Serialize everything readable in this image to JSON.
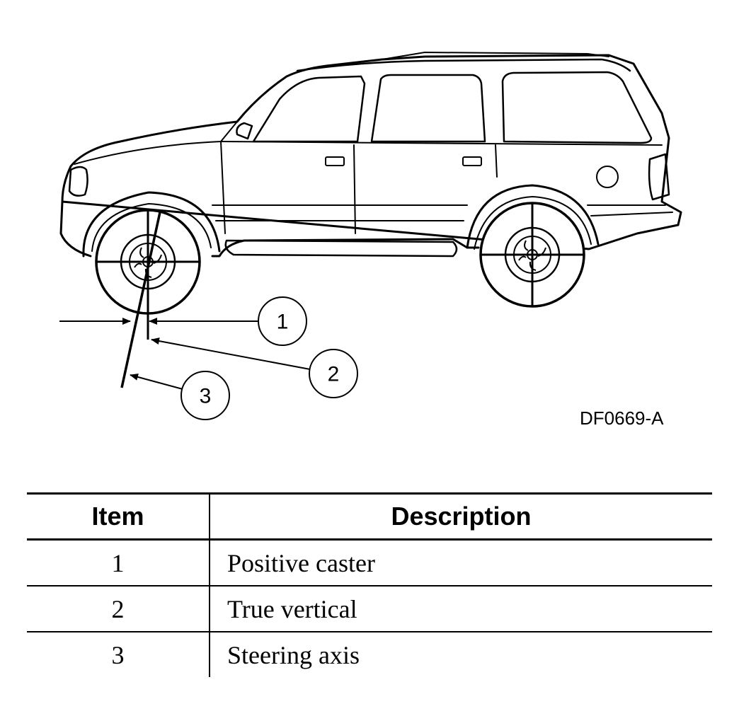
{
  "figure": {
    "code": "DF0669-A",
    "callouts": [
      {
        "number": "1"
      },
      {
        "number": "2"
      },
      {
        "number": "3"
      }
    ]
  },
  "table": {
    "headers": {
      "item": "Item",
      "description": "Description"
    },
    "rows": [
      {
        "item": "1",
        "description": "Positive caster"
      },
      {
        "item": "2",
        "description": "True vertical"
      },
      {
        "item": "3",
        "description": "Steering axis"
      }
    ]
  }
}
